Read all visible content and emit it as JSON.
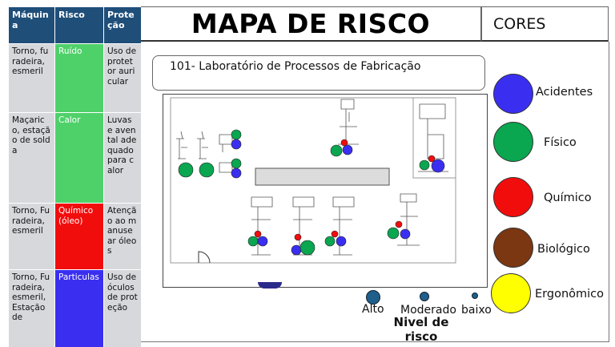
{
  "table": {
    "headers": [
      "Máquina",
      "Risco",
      "Proteção"
    ],
    "rows": [
      {
        "machine": "Torno, furadeira, esmeril",
        "risk": "Ruído",
        "risk_color": "#4fd16a",
        "protection": "Uso de protetor auricular"
      },
      {
        "machine": "Maçarico, estação de solda",
        "risk": "Calor",
        "risk_color": "#4fd16a",
        "protection": "Luvas e avental adequado para calor"
      },
      {
        "machine": "Torno, Furadeira, esmeril",
        "risk": "Químico (óleo)",
        "risk_color": "#f20d0d",
        "protection": "Atenção ao manusear óleos"
      },
      {
        "machine": "Torno, Furadeira, esmeril, Estação de",
        "risk": "Particulas",
        "risk_color": "#3a2ff0",
        "protection": "Uso de óculos de proteção"
      }
    ]
  },
  "header": {
    "title": "MAPA DE RISCO",
    "legend_title": "CORES"
  },
  "lab_name": "101- Laboratório de Processos de Fabricação",
  "legend": [
    {
      "label": "Acidentes",
      "color": "#3a2ff0"
    },
    {
      "label": "Físico",
      "color": "#0aa650"
    },
    {
      "label": "Químico",
      "color": "#f20d0d"
    },
    {
      "label": "Biológico",
      "color": "#7a3712"
    },
    {
      "label": "Ergonômico",
      "color": "#ffff00"
    }
  ],
  "risk_levels": {
    "items": [
      "Alto",
      "Moderado",
      "baixo"
    ],
    "title": "Nivel de risco"
  }
}
